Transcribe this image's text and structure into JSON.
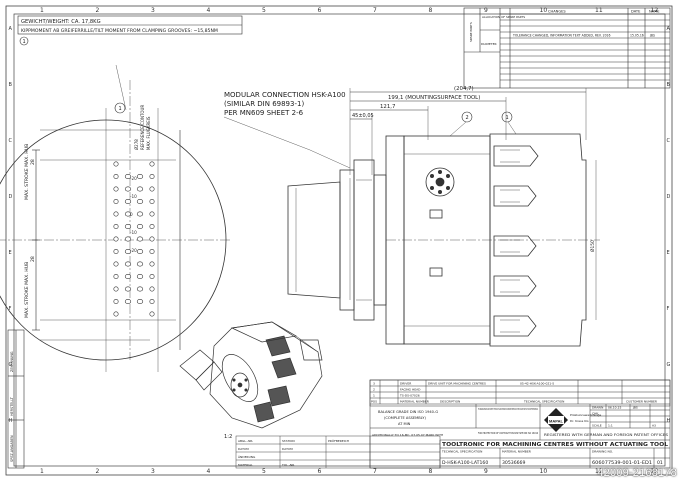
{
  "border": {
    "top_numbers": [
      "1",
      "2",
      "3",
      "4",
      "5",
      "6",
      "7",
      "8",
      "9",
      "10",
      "11",
      "12"
    ],
    "bottom_numbers": [
      "1",
      "2",
      "3",
      "4",
      "5",
      "6",
      "7",
      "8",
      "9",
      "10",
      "11",
      "12"
    ],
    "side_letters": [
      "A",
      "B",
      "C",
      "D",
      "E",
      "F",
      "G",
      "H"
    ]
  },
  "header": {
    "weight": "GEWICHT/WEIGHT: CA. 17,8KG",
    "tilt_moment": "KIPPMOMENT AB GREIFERRILLE/TILT MOMENT FROM CLAMPING GROOVES: ~15,85NM",
    "balloon": "1"
  },
  "changes": {
    "header_changes": "CHANGES",
    "header_date": "DATE",
    "header_name": "NAME",
    "row1": "TOLERANCE CHANGED, INFORMATION TEXT ADDED, REV. 2016",
    "row1_date": "15.05.16",
    "row1_name": "JBS",
    "side_labels": [
      "SPARE PARTS",
      "ALLOCATION OF SPARE PARTS",
      "DIAMETER"
    ]
  },
  "annotations": {
    "modular_line1": "MODULAR CONNECTION HSK-A100",
    "modular_line2": "(SIMILAR DIN 69893-1)",
    "modular_line3": "PER   MN609 SHEET 2-6",
    "dim_204": "(204,7)",
    "dim_199": "199,1 (MOUNTINGSURFACE TOOL)",
    "dim_121": "121,7",
    "dim_45": "45±0,05",
    "balloon_2": "2",
    "balloon_1": "1",
    "diameter": "Ø150",
    "ref_contour": "REFERENCE CONTOUR",
    "max_flugkreis": "MAX. FLUGKREIS",
    "max_dia": "Ø278",
    "stroke_top": "MAX. STROKE MAX. HUB",
    "stroke_bottom": "MAX. STROKE MAX. HUB",
    "dim_28a": "28",
    "dim_28b": "28",
    "scale_marks": [
      "-20",
      "-10",
      "0",
      "-10",
      "-20"
    ],
    "scale_12": "1:2"
  },
  "left_strip": [
    "ZEICHNUNG",
    "HERSTELLT",
    "SPEZ.ANGABEN"
  ],
  "title_block": {
    "row_labels": [
      "3",
      "2",
      "1",
      "POS"
    ],
    "item_names": [
      "DRIVER",
      "FACING HEAD",
      "TS-DS-07026",
      "MATERIAL NUMBER"
    ],
    "item_desc": [
      "DRIVE UNIT FOR MACHINING CENTRES",
      "",
      "",
      "DESCRIPTION"
    ],
    "technical_spec": "TECHNICAL SPECIFICATION",
    "customer_number": "CUSTOMER NUMBER",
    "part_code": "05-42-HSK-A100-021-S",
    "balance_line1": "BALANCE GRADE DIN ISO 1940-G",
    "balance_line2": "(COMPLETE ASSEMBLY)",
    "balance_line3": "AT    MIN",
    "info_text": "THIS DRAWING REMAINS OUR PROPERTY. THE PRODUCTS AND INFORMATION CONTAINED HEREIN MAY NOT BE DISCLOSED WITHOUT OUR WRITTEN PERMISSION.",
    "additionally": "ADDITIONALLY TO 16-MC. 07.05.07 MARK WITH",
    "copyright_note": "FOR PROTECTION OF COPYRIGHT PLEASE SEE DIN ISO 16016",
    "mapal_logo": "MAPAL",
    "mapal_sub": "Präzisionswerkzeuge",
    "mapal_sub2": "Dr. Kress KG",
    "drawn": "DRAWN",
    "drawn_date": "06.10.15",
    "drawn_name": "JBS",
    "checked": "CHK.",
    "scale_label": "SCALE",
    "scale_val": "1:1",
    "sheet_val": "A3",
    "registered": "REGISTERED WITH GERMAN AND FOREIGN PATENT OFFICES",
    "title": "TOOLTRONIC FOR MACHINING CENTRES WITHOUT ACTUATING TOOL",
    "tech_spec_label": "TECHNICAL SPECIFICATION",
    "tech_spec_val": "D-HSK-A100-LAT160",
    "material_label": "MATERIAL NUMBER",
    "material_val": "30536669",
    "drawing_label": "DRAWING NO.",
    "drawing_val": "606077539-001-01-ED1",
    "sheet_no": "01",
    "approval_labels": [
      "ABGL.-NR.",
      "STATION",
      "PRÜFBEREICH",
      "DATUM",
      "DATUM",
      "ÄNDERUNG",
      "MATERIAL",
      "TOL.-NR."
    ]
  },
  "watermark": "42009-2168178"
}
